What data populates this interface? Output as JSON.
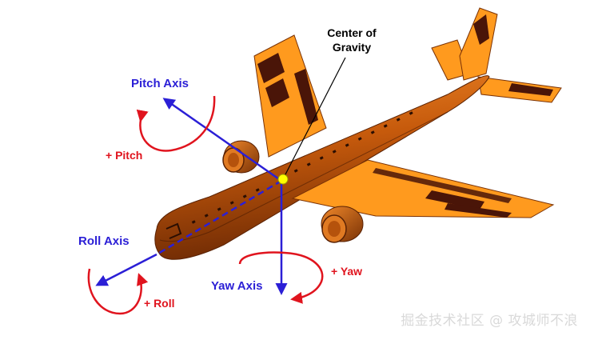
{
  "labels": {
    "center_of_gravity_line1": "Center of",
    "center_of_gravity_line2": "Gravity",
    "pitch_axis": "Pitch Axis",
    "pitch_rotation": "+ Pitch",
    "roll_axis": "Roll Axis",
    "roll_rotation": "+ Roll",
    "yaw_axis": "Yaw Axis",
    "yaw_rotation": "+ Yaw"
  },
  "watermark": "掘金技术社区 @ 攻城师不浪",
  "colors": {
    "axis": "#2b1fd6",
    "rotation": "#e0141e",
    "airframe": "#d46a12",
    "wing": "#ff9a1e",
    "wing_marking": "#4a1508",
    "center_of_gravity": "#ffff00"
  }
}
